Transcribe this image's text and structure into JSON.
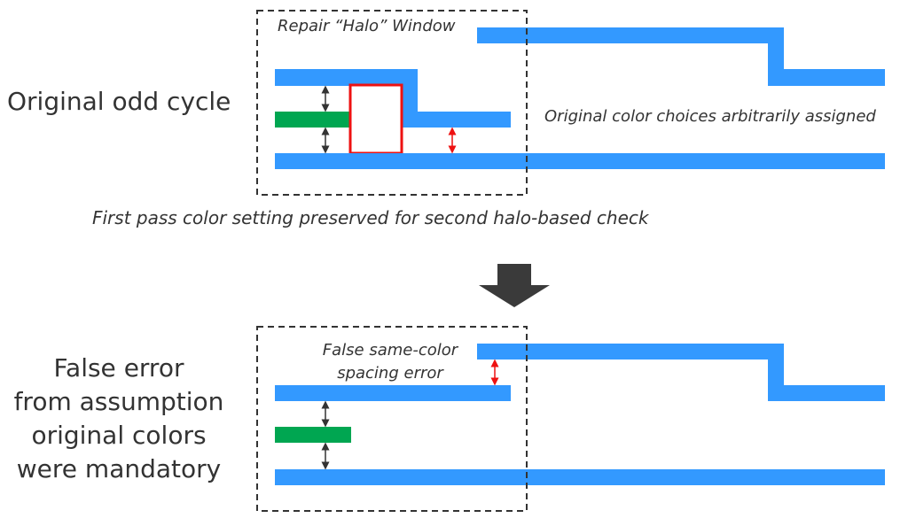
{
  "top": {
    "title": "Original odd cycle",
    "window_label": "Repair “Halo” Window",
    "right_note": "Original color choices arbitrarily assigned",
    "caption": "First pass color setting preserved for second halo-based check"
  },
  "bottom": {
    "title_lines": [
      "False error",
      "from assumption",
      "original colors",
      "were mandatory"
    ],
    "error_note_lines": [
      "False same-color",
      "spacing error"
    ]
  },
  "colors": {
    "wire_blue": "#3399ff",
    "wire_green": "#00a651",
    "repair_red": "#ee1111",
    "arrow_dark": "#333333",
    "arrow_red": "#ee1111",
    "text": "#333333",
    "flow_arrow": "#3a3a3a"
  },
  "icons": {
    "flow": "down-arrow-icon",
    "spacing": "double-headed-arrow-icon"
  }
}
